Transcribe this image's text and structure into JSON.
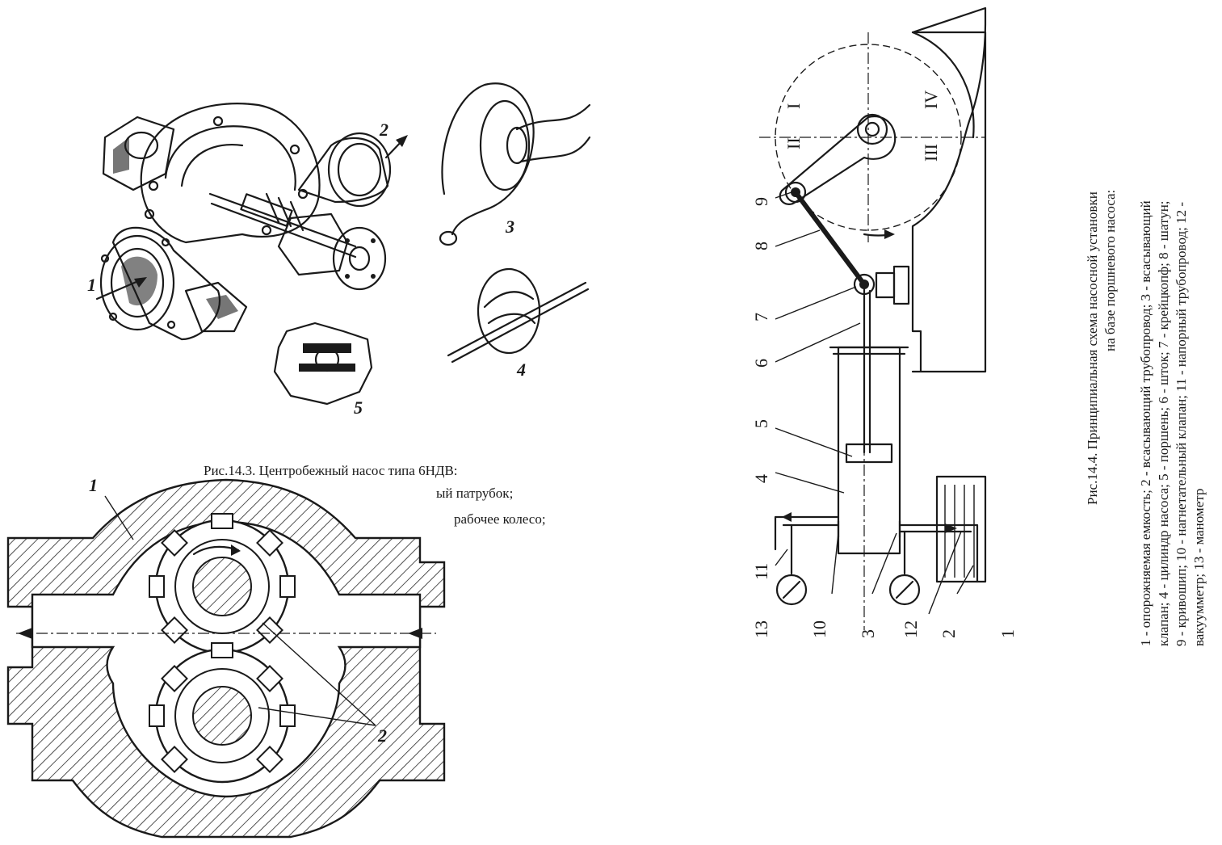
{
  "fig_14_3": {
    "caption_title": "Рис.14.3. Центробежный насос типа 6НДВ:",
    "caption_line2": "ый патрубок;",
    "caption_line3": "рабочее колесо;",
    "callouts": [
      "1",
      "2",
      "3",
      "4",
      "5"
    ]
  },
  "gear_pump": {
    "callouts": [
      "1",
      "2"
    ]
  },
  "fig_14_4": {
    "title_line1": "Рис.14.4.  Принципиальная схема насосной установки",
    "title_line2": "на базе поршневого насоса:",
    "legend_line1": "1 - опорожняемая емкость; 2 - всасывающий трубопровод; 3 - всасывающий",
    "legend_line2": "клапан; 4 - цилиндр насоса; 5 - поршень; 6 - шток; 7 - крейцкопф; 8 - шатун;",
    "legend_line3": "9 - кривошип; 10 - нагнетательный клапан; 11 - напорный трубопровод; 12 -",
    "legend_line4": "вакуумметр; 13 - манометр",
    "quadrants": [
      "I",
      "II",
      "III",
      "IV"
    ],
    "callouts": [
      "1",
      "2",
      "3",
      "4",
      "5",
      "6",
      "7",
      "8",
      "9",
      "10",
      "11",
      "12",
      "13"
    ]
  }
}
